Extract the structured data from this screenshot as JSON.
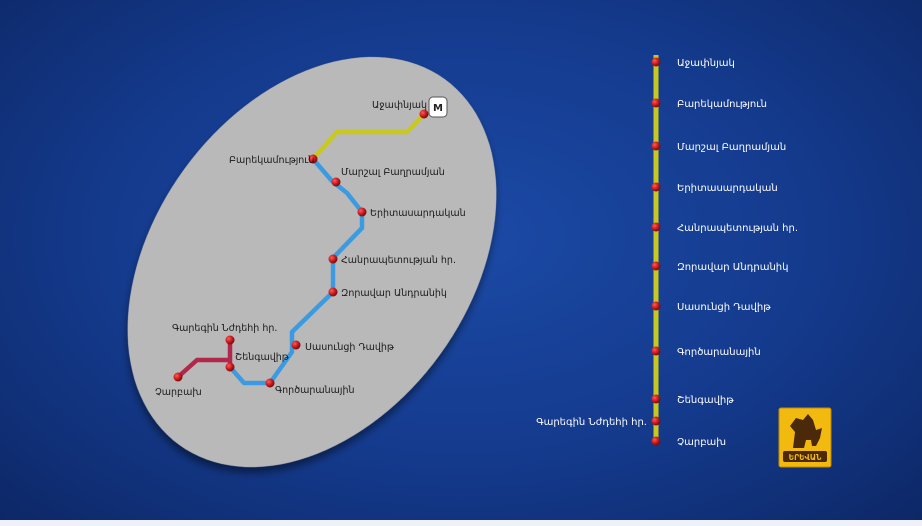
{
  "metro_badge": "M",
  "logo_text": "ԵՐԵՎԱՆ",
  "colors": {
    "ellipse": "#b9b9b9",
    "line_yellow": "#c8c81e",
    "line_blue": "#3c9be0",
    "line_crimson": "#b0284a",
    "station": "#c41a1a",
    "logo_bg": "#f2b90f"
  },
  "map": {
    "stations": [
      {
        "id": "ajapnyak",
        "label": "Աջափնյակ"
      },
      {
        "id": "barekamutyun",
        "label": "Բարեկամություն"
      },
      {
        "id": "marshal",
        "label": "Մարշալ Բաղրամյան"
      },
      {
        "id": "yeritasardakan",
        "label": "Երիտասարդական"
      },
      {
        "id": "hanrapetutyan",
        "label": "Հանրապետության հր."
      },
      {
        "id": "zoravar",
        "label": "Զորավար Անդրանիկ"
      },
      {
        "id": "sasuntsi",
        "label": "Սասունցի Դավիթ"
      },
      {
        "id": "gortsaranayin",
        "label": "Գործարանային"
      },
      {
        "id": "shengavit",
        "label": "Շենգավիթ"
      },
      {
        "id": "garegin",
        "label": "Գարեգին Նժդեհի հր."
      },
      {
        "id": "charbakh",
        "label": "Չարբախ"
      }
    ]
  },
  "list": {
    "stations": [
      "Աջափնյակ",
      "Բարեկամություն",
      "Մարշալ Բաղրամյան",
      "Երիտասարդական",
      "Հանրապետության հր.",
      "Զորավար Անդրանիկ",
      "Սասունցի Դավիթ",
      "Գործարանային",
      "Շենգավիթ",
      "Գարեգին Նժդեհի հր.",
      "Չարբախ"
    ]
  }
}
